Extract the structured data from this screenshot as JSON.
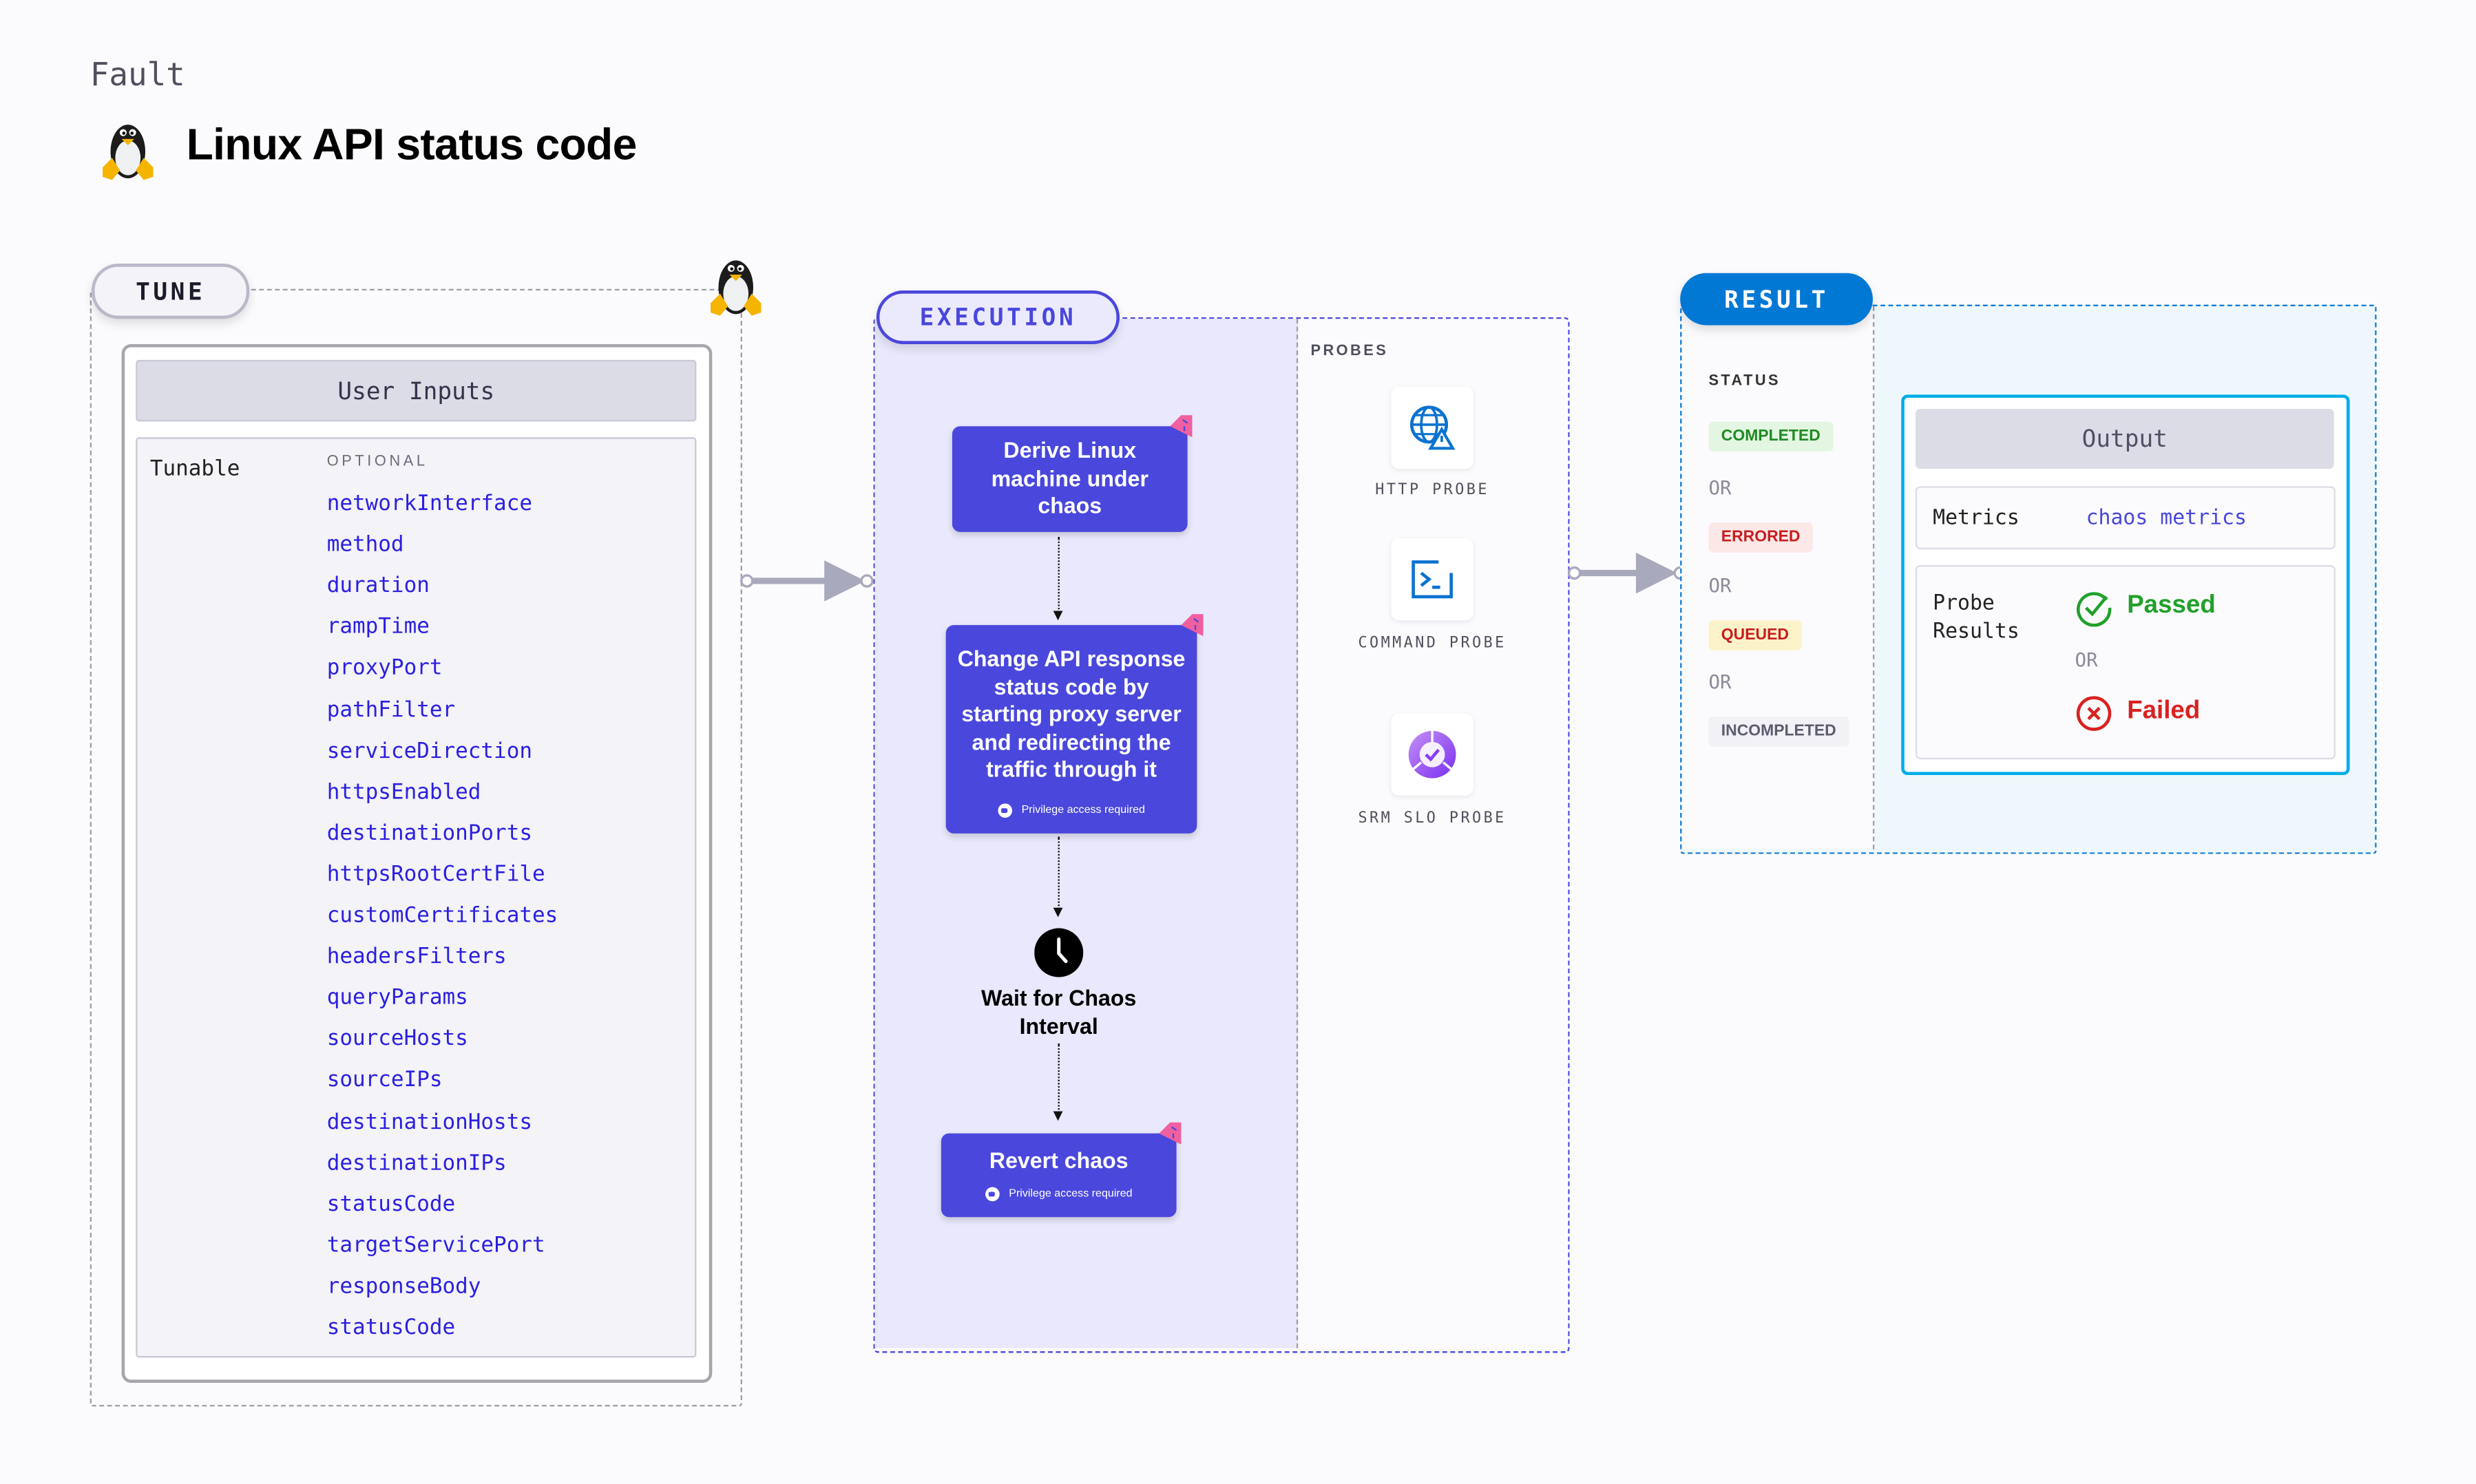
{
  "header": {
    "kind": "Fault",
    "title": "Linux API status code",
    "logo_icon": "linux-penguin-icon"
  },
  "tune": {
    "label": "TUNE",
    "user_inputs_title": "User Inputs",
    "tunable_label": "Tunable",
    "optional_label": "OPTIONAL",
    "params": [
      "networkInterface",
      "method",
      "duration",
      "rampTime",
      "proxyPort",
      "pathFilter",
      "serviceDirection",
      "httpsEnabled",
      "destinationPorts",
      "httpsRootCertFile",
      "customCertificates",
      "headersFilters",
      "queryParams",
      "sourceHosts",
      "sourceIPs",
      "destinationHosts",
      "destinationIPs",
      "statusCode",
      "targetServicePort",
      "responseBody",
      "statusCode"
    ]
  },
  "execution": {
    "label": "EXECUTION",
    "steps": [
      {
        "text": "Derive Linux machine under chaos"
      },
      {
        "text": "Change API response status code by starting proxy server and redirecting the traffic through it",
        "note": "Privilege access required"
      },
      {
        "text": "Wait for Chaos Interval"
      },
      {
        "text": "Revert chaos",
        "note": "Privilege access required"
      }
    ],
    "probes_label": "PROBES",
    "probes": [
      {
        "label": "HTTP PROBE",
        "icon": "globe-warning-icon"
      },
      {
        "label": "COMMAND PROBE",
        "icon": "terminal-icon"
      },
      {
        "label": "SRM SLO PROBE",
        "icon": "slo-check-icon"
      }
    ]
  },
  "result": {
    "label": "RESULT",
    "status_label": "STATUS",
    "statuses": [
      "COMPLETED",
      "ERRORED",
      "QUEUED",
      "INCOMPLETED"
    ],
    "or_label": "OR",
    "output_title": "Output",
    "metrics_label": "Metrics",
    "metrics_value": "chaos metrics",
    "probe_results_label": "Probe Results",
    "passed": "Passed",
    "failed": "Failed"
  },
  "colors": {
    "execution": "#4a47dc",
    "result": "#0078d4",
    "param": "#2b1fe0",
    "passed": "#22a02a",
    "failed": "#d92121"
  }
}
